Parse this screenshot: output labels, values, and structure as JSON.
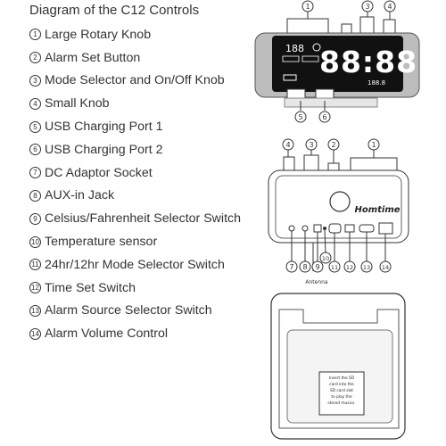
{
  "title": "Diagram of the C12 Controls",
  "legend": [
    {
      "num": "1",
      "label": "Large Rotary Knob"
    },
    {
      "num": "2",
      "label": "Alarm Set Button"
    },
    {
      "num": "3",
      "label": "Mode Selector and On/Off Knob"
    },
    {
      "num": "4",
      "label": "Small Knob"
    },
    {
      "num": "5",
      "label": "USB Charging Port 1"
    },
    {
      "num": "6",
      "label": "USB Charging Port 2"
    },
    {
      "num": "7",
      "label": "DC Adaptor Socket"
    },
    {
      "num": "8",
      "label": "AUX-in Jack"
    },
    {
      "num": "9",
      "label": "Celsius/Fahrenheit Selector Switch"
    },
    {
      "num": "10",
      "label": "Temperature sensor"
    },
    {
      "num": "11",
      "label": "24hr/12hr Mode Selector Switch"
    },
    {
      "num": "12",
      "label": "Time Set Switch"
    },
    {
      "num": "13",
      "label": "Alarm Source Selector Switch"
    },
    {
      "num": "14",
      "label": "Alarm Volume Control"
    }
  ],
  "front_view": {
    "display_time": "88:88",
    "small_digits": "188",
    "temp_digits": "188.8",
    "callouts": [
      "1",
      "3",
      "4",
      "5",
      "6"
    ]
  },
  "back_view": {
    "brand": "Homtime",
    "antenna_label": "Antenna",
    "callouts_top": [
      "4",
      "3",
      "2",
      "1"
    ],
    "callouts_bottom": [
      "7",
      "8",
      "9",
      "10",
      "11",
      "12",
      "13",
      "14"
    ]
  },
  "bottom_view": {
    "sd_note": [
      "Insert the SD",
      "card into the",
      "SD card slot",
      "to play the",
      "stored musics."
    ]
  }
}
